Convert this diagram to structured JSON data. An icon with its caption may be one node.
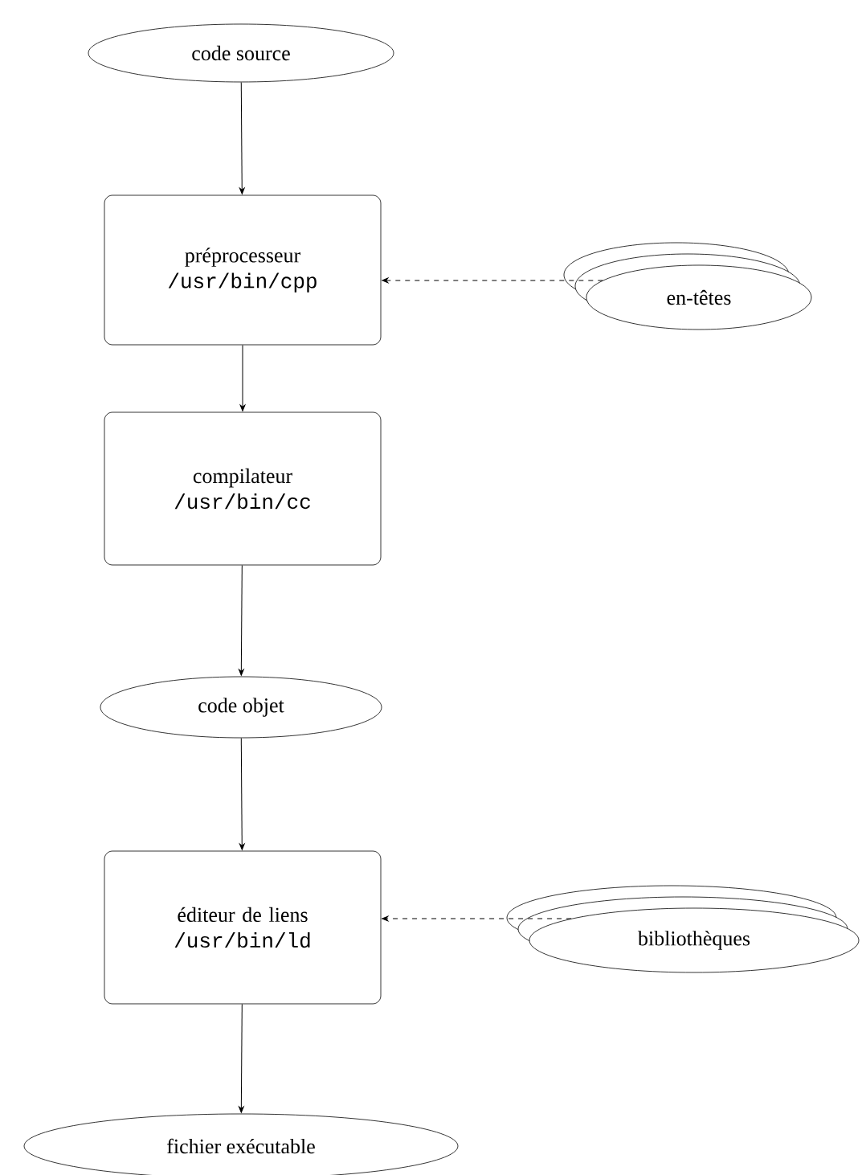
{
  "diagram": {
    "nodes": [
      {
        "text": [
          "code source"
        ]
      },
      {
        "text": [
          "préprocesseur",
          "/usr/bin/cpp"
        ]
      },
      {
        "text": [
          "en-têtes"
        ]
      },
      {
        "text": [
          "compilateur",
          "/usr/bin/cc"
        ]
      },
      {
        "text": [
          "code objet"
        ]
      },
      {
        "text": [
          "éditeur de liens",
          "/usr/bin/ld"
        ]
      },
      {
        "text": [
          "bibliothèques"
        ]
      },
      {
        "text": [
          "fichier exécutable"
        ]
      }
    ],
    "edges": [
      {
        "from": 0,
        "to": 1,
        "arrow": "to"
      },
      {
        "from": 2,
        "to": 1,
        "arrow": "to",
        "style": "dashed"
      },
      {
        "from": 1,
        "to": 3,
        "arrow": "to"
      },
      {
        "from": 3,
        "to": 4,
        "arrow": "to"
      },
      {
        "from": 4,
        "to": 5,
        "arrow": "to"
      },
      {
        "from": 6,
        "to": 5,
        "arrow": "to",
        "style": "dashed"
      },
      {
        "from": 5,
        "to": 7,
        "arrow": "to"
      }
    ]
  }
}
